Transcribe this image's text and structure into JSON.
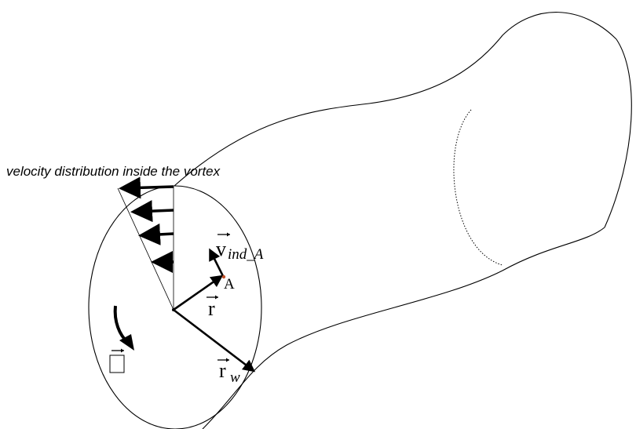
{
  "caption": "velocity distribution inside the vortex",
  "labels": {
    "velocity_symbol": "v",
    "velocity_subscript": "ind_A",
    "point": "A",
    "radius_symbol": "r",
    "wake_radius_symbol": "r",
    "wake_radius_subscript": "w"
  },
  "colors": {
    "stroke": "#000000",
    "point_marker": "#c0502a"
  }
}
